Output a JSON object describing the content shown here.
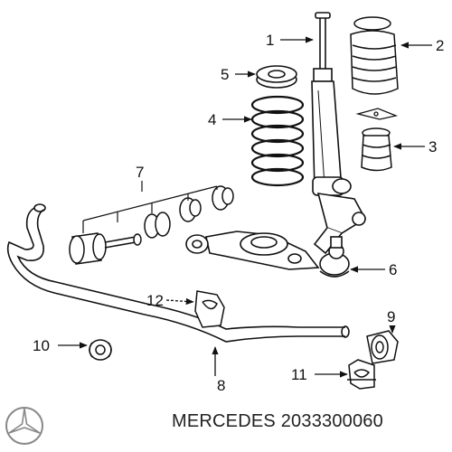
{
  "callouts": {
    "c1": "1",
    "c2": "2",
    "c3": "3",
    "c4": "4",
    "c5": "5",
    "c6": "6",
    "c7": "7",
    "c8": "8",
    "c9": "9",
    "c10": "10",
    "c11": "11",
    "c12": "12"
  },
  "caption": {
    "brand": "MERCEDES",
    "part_number": "2033300060"
  },
  "icons": {
    "logo": "mercedes-star-logo"
  }
}
